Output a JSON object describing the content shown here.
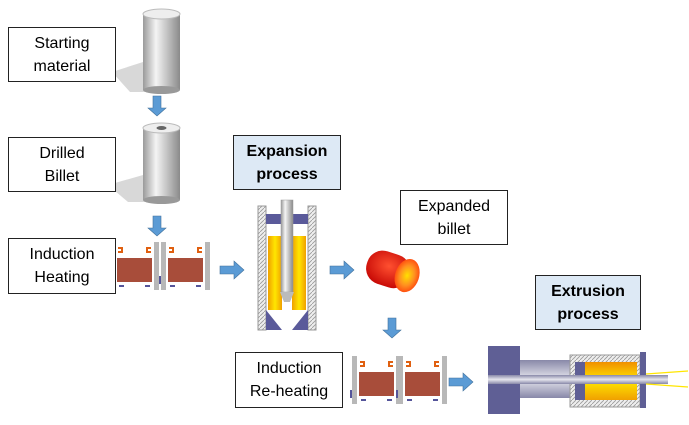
{
  "labels": {
    "starting_material": [
      "Starting",
      "material"
    ],
    "drilled_billet": [
      "Drilled",
      "Billet"
    ],
    "induction_heating": [
      "Induction",
      "Heating"
    ],
    "expansion_process": [
      "Expansion",
      "process"
    ],
    "expanded_billet": [
      "Expanded",
      "billet"
    ],
    "induction_reheating": [
      "Induction",
      "Re-heating"
    ],
    "extrusion_process": [
      "Extrusion",
      "process"
    ]
  },
  "colors": {
    "arrow": "#5b9bd5",
    "highlight_box": "#dde9f5",
    "coil": "#a84d3a",
    "die": "#6a6a9a",
    "hot_billet": "#f5c400",
    "expanded_billet": "#e81c0c"
  }
}
